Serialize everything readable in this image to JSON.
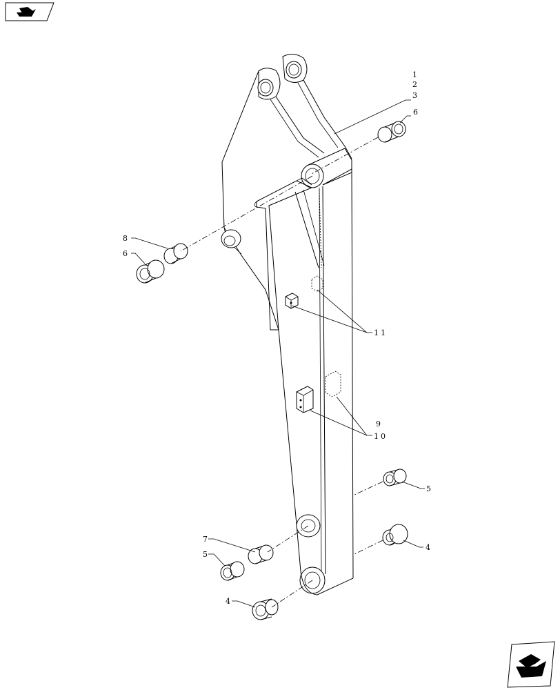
{
  "icons": {
    "top_left": "navigation-arrow-icon",
    "bottom_right": "navigation-arrow-icon"
  },
  "callouts": {
    "c1": "1",
    "c2": "2",
    "c3": "3",
    "c4a": "4",
    "c4b": "4",
    "c5a": "5",
    "c5b": "5",
    "c6a": "6",
    "c6b": "6",
    "c7": "7",
    "c8": "8",
    "c9": "9",
    "c10": "10",
    "c11": "11"
  }
}
